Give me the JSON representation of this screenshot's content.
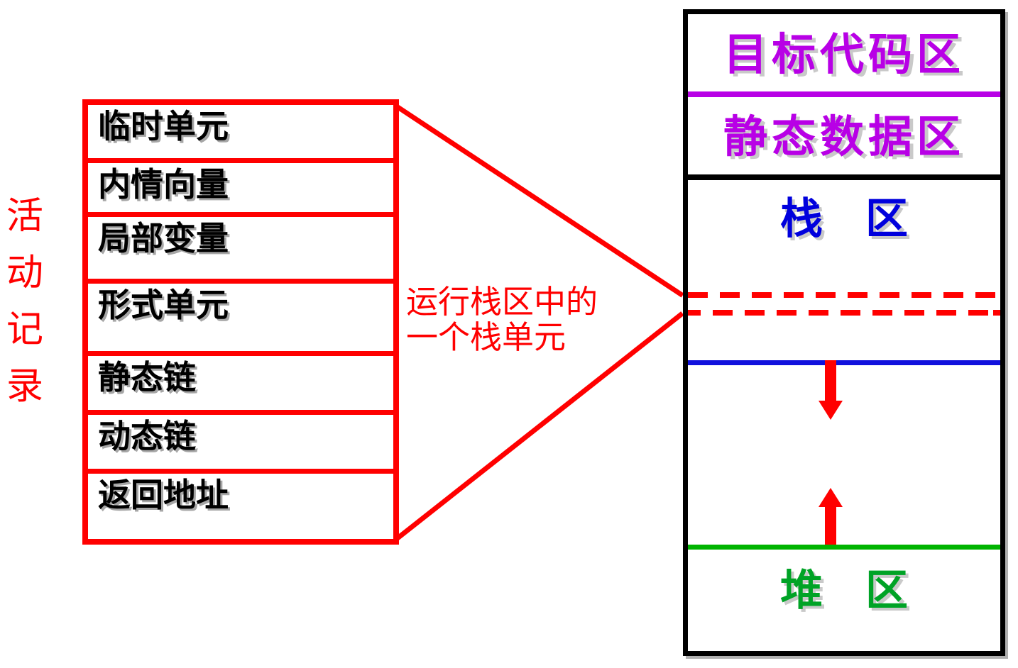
{
  "left_label": {
    "text": "活动记录",
    "chars": [
      "活",
      "动",
      "记",
      "录"
    ]
  },
  "activation_record": {
    "rows": [
      {
        "label": "临时单元"
      },
      {
        "label": "内情向量"
      },
      {
        "label": "局部变量"
      },
      {
        "label": "形式单元"
      },
      {
        "label": "静态链"
      },
      {
        "label": "动态链"
      },
      {
        "label": "返回地址"
      }
    ]
  },
  "annotation": {
    "line1": "运行栈区中的",
    "line2": "一个栈单元"
  },
  "memory_map": {
    "code_label": "目标代码区",
    "static_label": "静态数据区",
    "stack_label": "栈　区",
    "heap_label": "堆　区"
  },
  "icons": {
    "stack_growth": "red-down-arrow",
    "heap_growth": "red-up-arrow"
  },
  "colors": {
    "red": "#ff0000",
    "purple": "#b800e6",
    "blue_text": "#0000dd",
    "blue_line": "#1111dd",
    "green_text": "#00a326",
    "green_line": "#00b400",
    "black": "#000000"
  }
}
